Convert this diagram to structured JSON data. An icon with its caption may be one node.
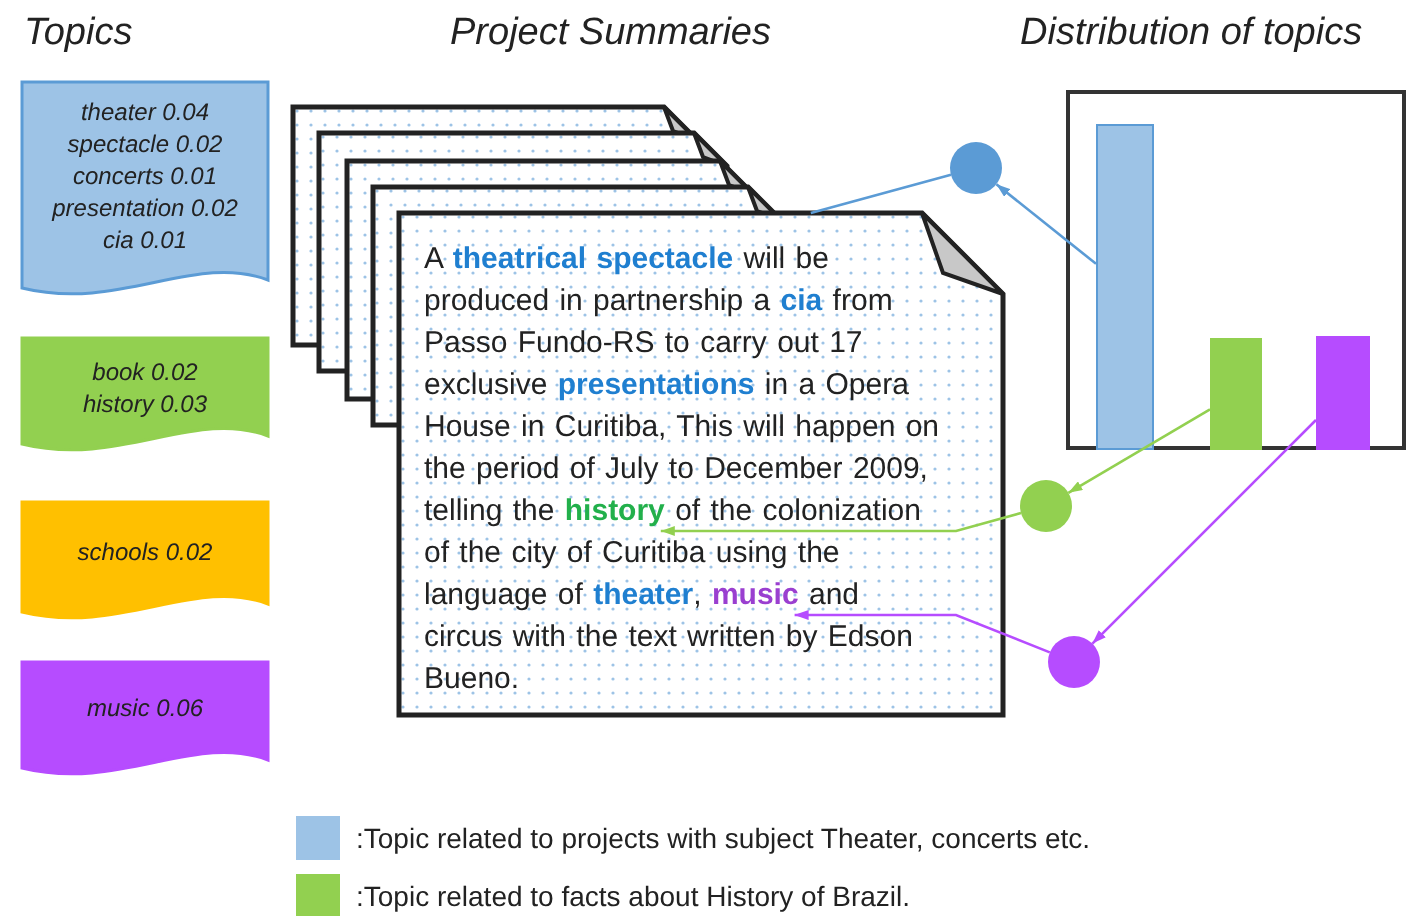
{
  "diagram": {
    "nodes": [
      {
        "text": [
          "theater 0.04",
          "spectacle 0.02",
          "concerts 0.01",
          "presentation 0.02",
          "cia 0.01"
        ]
      },
      {
        "text": [
          "book 0.02",
          "history 0.03"
        ]
      },
      {
        "text": [
          "schools 0.02"
        ]
      },
      {
        "text": [
          "music 0.06"
        ]
      },
      {
        "text": [],
        "shape": "box"
      },
      {
        "text": [],
        "shape": "box"
      },
      {
        "text": [],
        "shape": "box"
      },
      {
        "text": [],
        "shape": "box"
      },
      {
        "text": [
          "A **theatrical spectacle** will be produced in partnership a **cia** from Passo Fundo-RS to carry out 17 exclusive **presentations** in a Opera House in Curitiba, This will happen on the period of July to December 2009, telling the **history** of the colonization of the city of Curitiba using the language of **theater**, **music** and circus with the text written by Edson Bueno."
        ]
      },
      {
        "text": [],
        "shape": "circle"
      },
      {
        "text": [],
        "shape": "circle"
      },
      {
        "text": [],
        "shape": "circle"
      },
      {
        "text": [],
        "shape": "box"
      },
      {
        "text": [],
        "shape": "bar",
        "in": 12
      },
      {
        "text": [],
        "shape": "bar",
        "in": 12
      },
      {
        "text": [],
        "shape": "bar",
        "in": 12
      }
    ],
    "edges": [
      {
        "from": 13,
        "to": 9,
        "arrow": "to",
        "color": "#5b9bd5"
      },
      {
        "from": 9,
        "to": 8,
        "arrow": "none",
        "color": "#5b9bd5"
      },
      {
        "from": 14,
        "to": 10,
        "arrow": "to",
        "color": "#92d050"
      },
      {
        "from": 10,
        "to": 8,
        "arrow": "to",
        "color": "#92d050"
      },
      {
        "from": 15,
        "to": 11,
        "arrow": "to",
        "color": "#b64cff"
      },
      {
        "from": 11,
        "to": 8,
        "arrow": "to",
        "color": "#b64cff"
      }
    ],
    "labels": [
      "Topics",
      "Project Summaries",
      "Distribution of topics"
    ],
    "legend": [
      {
        "text": ":Topic related to projects with subject Theater, concerts etc.",
        "color": "#9dc3e6"
      },
      {
        "text": ":Topic related to facts about History of Brazil.",
        "color": "#92d050"
      }
    ]
  }
}
